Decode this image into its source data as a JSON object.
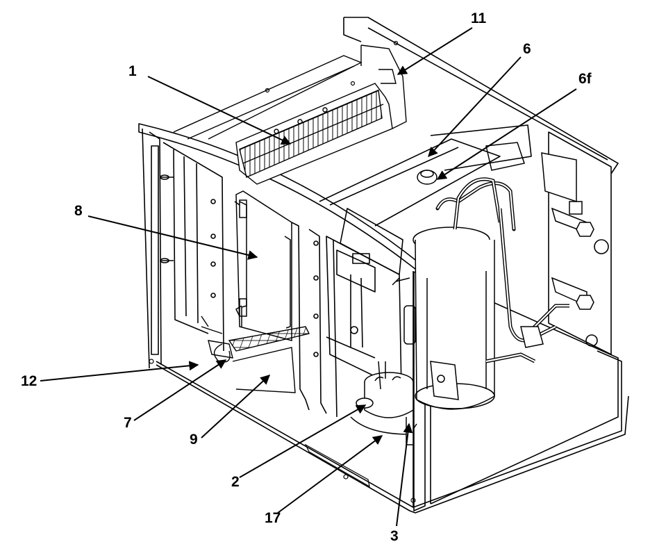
{
  "callouts": {
    "c1": "1",
    "c11": "11",
    "c6": "6",
    "c6f": "6f",
    "c8": "8",
    "c12": "12",
    "c7": "7",
    "c9": "9",
    "c2": "2",
    "c17": "17",
    "c3": "3"
  },
  "colors": {
    "line": "#000000",
    "background": "#ffffff",
    "shade": "#dcdcdc"
  }
}
